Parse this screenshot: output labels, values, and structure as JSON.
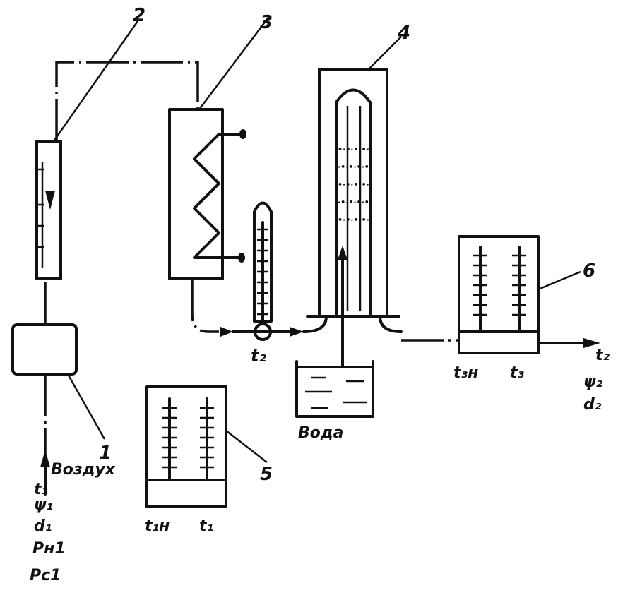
{
  "callouts": {
    "n1": "1",
    "n2": "2",
    "n3": "3",
    "n4": "4",
    "n5": "5",
    "n6": "6"
  },
  "labels": {
    "t2_mid": "t₂",
    "water": "Вода",
    "box6_left": "t₃н",
    "box6_right": "t₃",
    "out1": "t₂",
    "out2": "ψ₂",
    "out3": "d₂",
    "box5_left": "t₁н",
    "box5_right": "t₁",
    "air": "Воздух",
    "in_t1": "t₁",
    "in_phi1": "ψ₁",
    "in_d1": "d₁",
    "in_pn1": "Pн1",
    "in_pc1": "Pc1"
  },
  "colors": {
    "ink": "#111111",
    "paper": "#ffffff"
  }
}
